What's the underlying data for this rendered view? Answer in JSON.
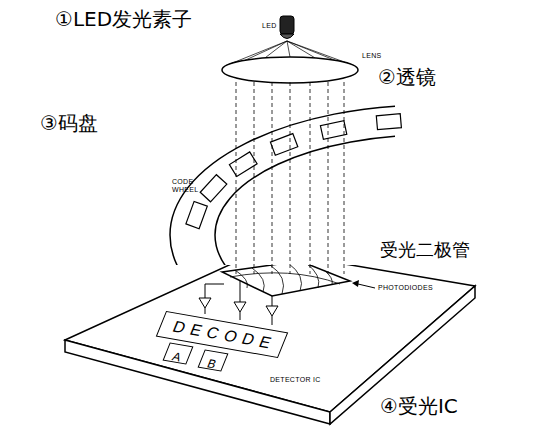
{
  "diagram": {
    "nodes": [
      {
        "text": [
          "DECODE"
        ]
      },
      {
        "text": [
          "A"
        ]
      },
      {
        "text": [
          "B"
        ]
      }
    ],
    "labels": [
      "①LED发光素子",
      "LED",
      "LENS",
      "②透镜",
      "③码盘",
      "CODE WHEEL",
      "受光二极管",
      "PHOTODIODES",
      "DETECTOR IC",
      "④受光IC"
    ]
  }
}
